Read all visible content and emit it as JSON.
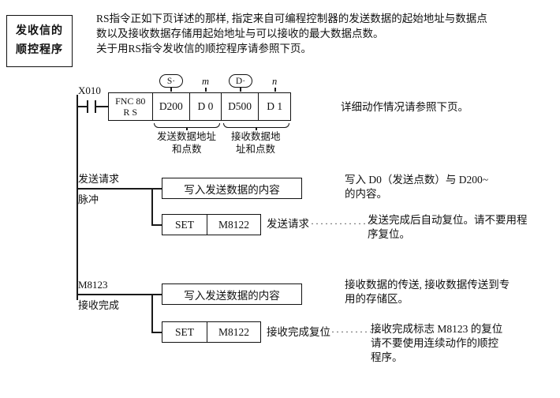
{
  "sidebar_title": {
    "line1": "发收信的",
    "line2": "顺控程序"
  },
  "intro": {
    "line1": "RS指令正如下页详述的那样, 指定来自可编程控制器的发送数据的起始地址与数据点",
    "line2": "数以及接收数据存储用起始地址与可以接收的最大数据点数。",
    "line3": "关于用RS指令发收信的顺控程序请参照下页。"
  },
  "ladder": {
    "contact_label": "X010",
    "fnc": {
      "line1": "FNC 80",
      "line2": "R S"
    },
    "operands": {
      "s": "D200",
      "m": "D 0",
      "d": "D500",
      "n": "D 1"
    },
    "tags": {
      "s": "S·",
      "m": "m",
      "d": "D·",
      "n": "n"
    },
    "brace_send": {
      "line1": "发送数据地址",
      "line2": "和点数"
    },
    "brace_recv": {
      "line1": "接收数据地",
      "line2": "址和点数"
    },
    "rung_send": {
      "label_top": "发送请求",
      "label_bottom": "脉冲",
      "box": "写入发送数据的内容",
      "set": "SET",
      "device": "M8122",
      "tail": "发送请求",
      "dots": "·············"
    },
    "rung_recv": {
      "label_top": "M8123",
      "label_bottom": "接收完成",
      "box": "写入发送数据的内容",
      "set": "SET",
      "device": "M8122",
      "tail": "接收完成复位",
      "dots": "···········"
    }
  },
  "notes": {
    "n1": "详细动作情况请参照下页。",
    "n2_line1": "写入 D0（发送点数）与 D200~",
    "n2_line2": "的内容。",
    "n3_line1": "发送完成后自动复位。请不要用程",
    "n3_line2": "序复位。",
    "n4_line1": "接收数据的传送, 接收数据传送到专",
    "n4_line2": "用的存储区。",
    "n5_line1": "接收完成标志 M8123 的复位",
    "n5_line2": "请不要使用连续动作的顺控",
    "n5_line3": "程序。"
  }
}
